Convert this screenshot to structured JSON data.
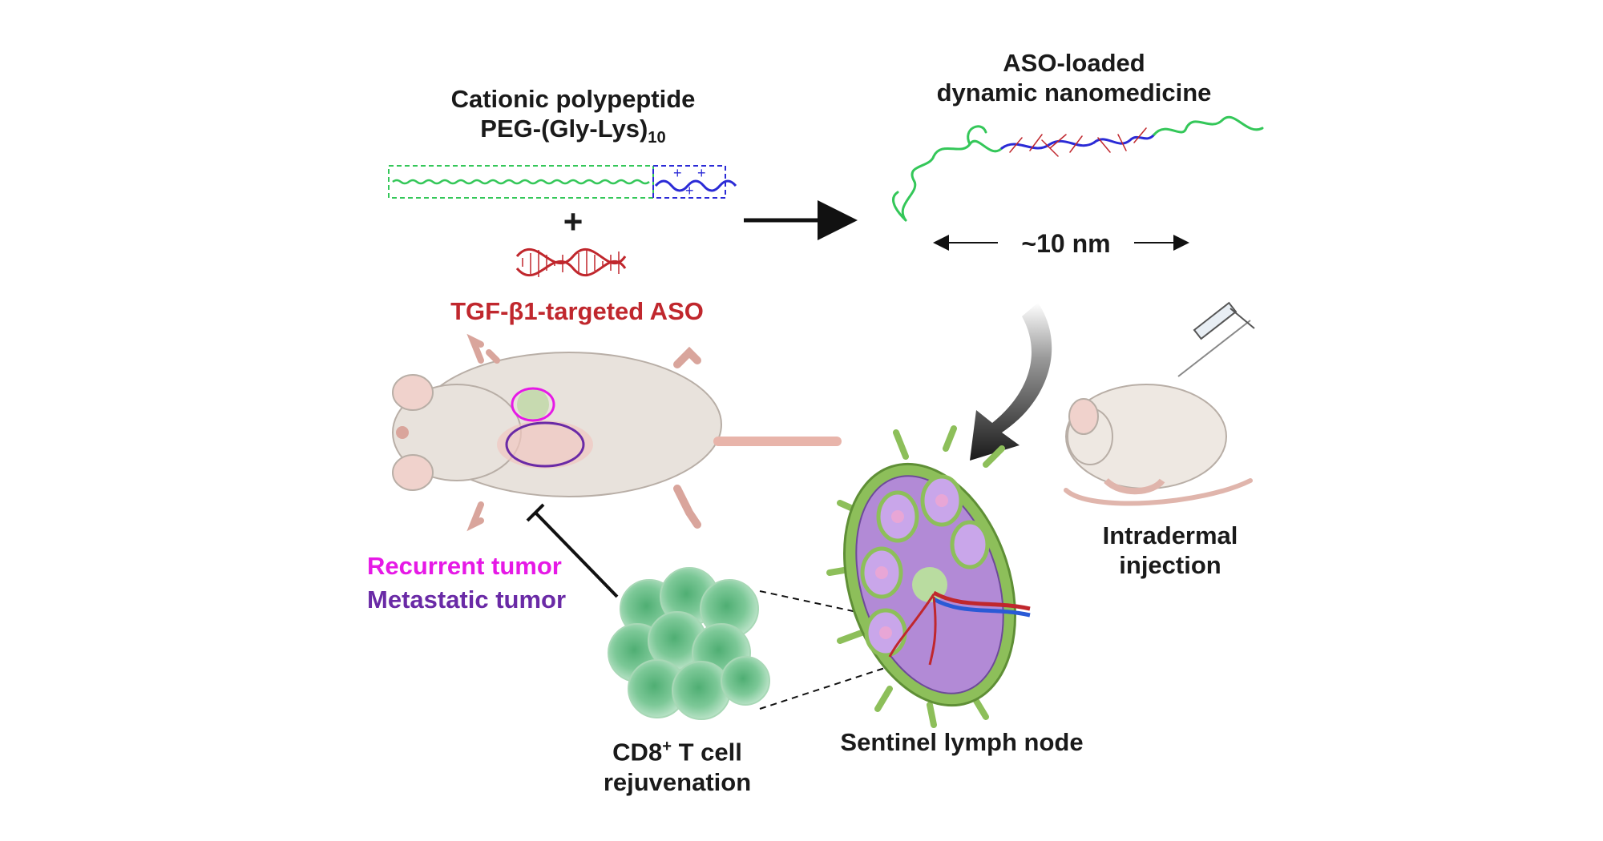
{
  "labels": {
    "polypeptide_line1": "Cationic polypeptide",
    "polypeptide_line2_prefix": "PEG-(Gly-Lys)",
    "polypeptide_line2_sub": "10",
    "plus_sign": "+",
    "aso": "TGF-β1-targeted ASO",
    "nanomedicine_line1": "ASO-loaded",
    "nanomedicine_line2": "dynamic nanomedicine",
    "size": "~10 nm",
    "injection_line1": "Intradermal",
    "injection_line2": "injection",
    "lymph_node": "Sentinel lymph node",
    "tcell_line1_prefix": "CD8",
    "tcell_line1_sup": "+",
    "tcell_line1_suffix": " T cell",
    "tcell_line2": "rejuvenation",
    "legend_recurrent": "Recurrent tumor",
    "legend_metastatic": "Metastatic tumor"
  },
  "colors": {
    "text": "#1a1a1a",
    "aso_red": "#c0272d",
    "peg_green": "#34c759",
    "lysine_blue": "#2a2ad6",
    "recurrent_magenta": "#e619e6",
    "metastatic_purple": "#6a2aa6",
    "lymph_green": "#8dbf5a",
    "tcell_green": "#6fc28e"
  }
}
